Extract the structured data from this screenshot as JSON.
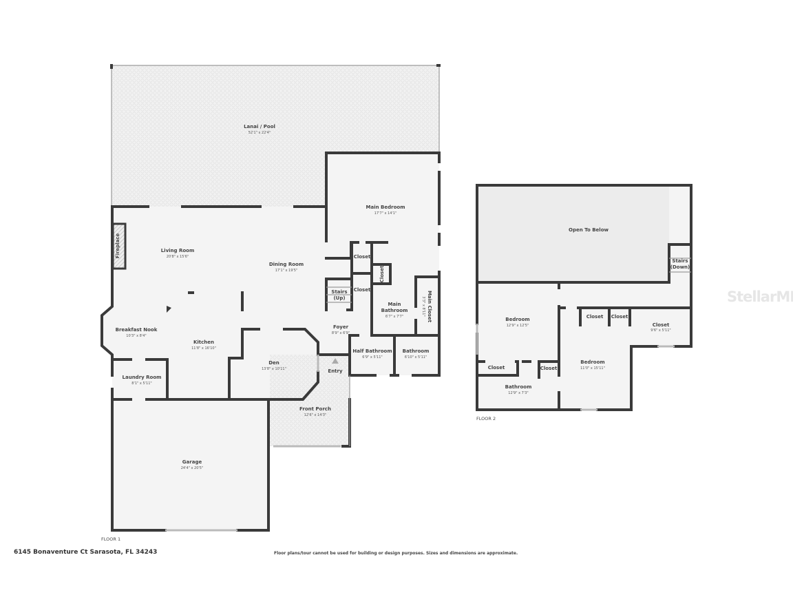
{
  "floor1": {
    "label": "FLOOR 1",
    "rooms": [
      {
        "name": "Lanai / Pool",
        "dims": "52'1\" x 22'4\""
      },
      {
        "name": "Main Bedroom",
        "dims": "17'7\" x 14'1\""
      },
      {
        "name": "Living Room",
        "dims": "20'8\" x 15'6\""
      },
      {
        "name": "Dining Room",
        "dims": "17'1\" x 19'5\""
      },
      {
        "name": "Fireplace"
      },
      {
        "name": "Closet"
      },
      {
        "name": "Closet"
      },
      {
        "name": "Closet"
      },
      {
        "name": "Stairs",
        "sub": "(Up)"
      },
      {
        "name": "Main",
        "name2": "Bathroom",
        "dims": "6'7\" x 7'7\""
      },
      {
        "name": "Main Closet",
        "dims": "3'3\" x 8'11\""
      },
      {
        "name": "Foyer",
        "dims": "8'9\" x 6'9\""
      },
      {
        "name": "Half Bathroom",
        "dims": "6'9\" x 5'11\""
      },
      {
        "name": "Bathroom",
        "dims": "6'10\" x 5'11\""
      },
      {
        "name": "Breakfast Nook",
        "dims": "10'3\" x 8'4\""
      },
      {
        "name": "Kitchen",
        "dims": "11'8\" x 16'10\""
      },
      {
        "name": "Den",
        "dims": "13'8\" x 10'11\""
      },
      {
        "name": "Entry"
      },
      {
        "name": "Laundry Room",
        "dims": "8'1\" x 5'11\""
      },
      {
        "name": "Front Porch",
        "dims": "12'6\" x 14'3\""
      },
      {
        "name": "Garage",
        "dims": "24'4\" x 20'5\""
      }
    ]
  },
  "floor2": {
    "label": "FLOOR 2",
    "rooms": [
      {
        "name": "Open To Below"
      },
      {
        "name": "Stairs",
        "sub": "(Down)"
      },
      {
        "name": "Bedroom",
        "dims": "12'9\" x 12'5\""
      },
      {
        "name": "Closet"
      },
      {
        "name": "Closet"
      },
      {
        "name": "Closet",
        "dims": "9'6\" x 5'11\""
      },
      {
        "name": "Bedroom",
        "dims": "11'0\" x 15'11\""
      },
      {
        "name": "Closet"
      },
      {
        "name": "Closet"
      },
      {
        "name": "Bathroom",
        "dims": "12'9\" x 7'3\""
      }
    ]
  },
  "footer": {
    "address": "6145 Bonaventure Ct Sarasota, FL 34243",
    "disclaimer": "Floor plans/tour cannot be used for building or design purposes. Sizes and dimensions are approximate."
  },
  "watermark": "StellarMLS",
  "colors": {
    "wall": "#3a3a3a",
    "floor": "#f4f4f4",
    "background": "#ffffff"
  }
}
